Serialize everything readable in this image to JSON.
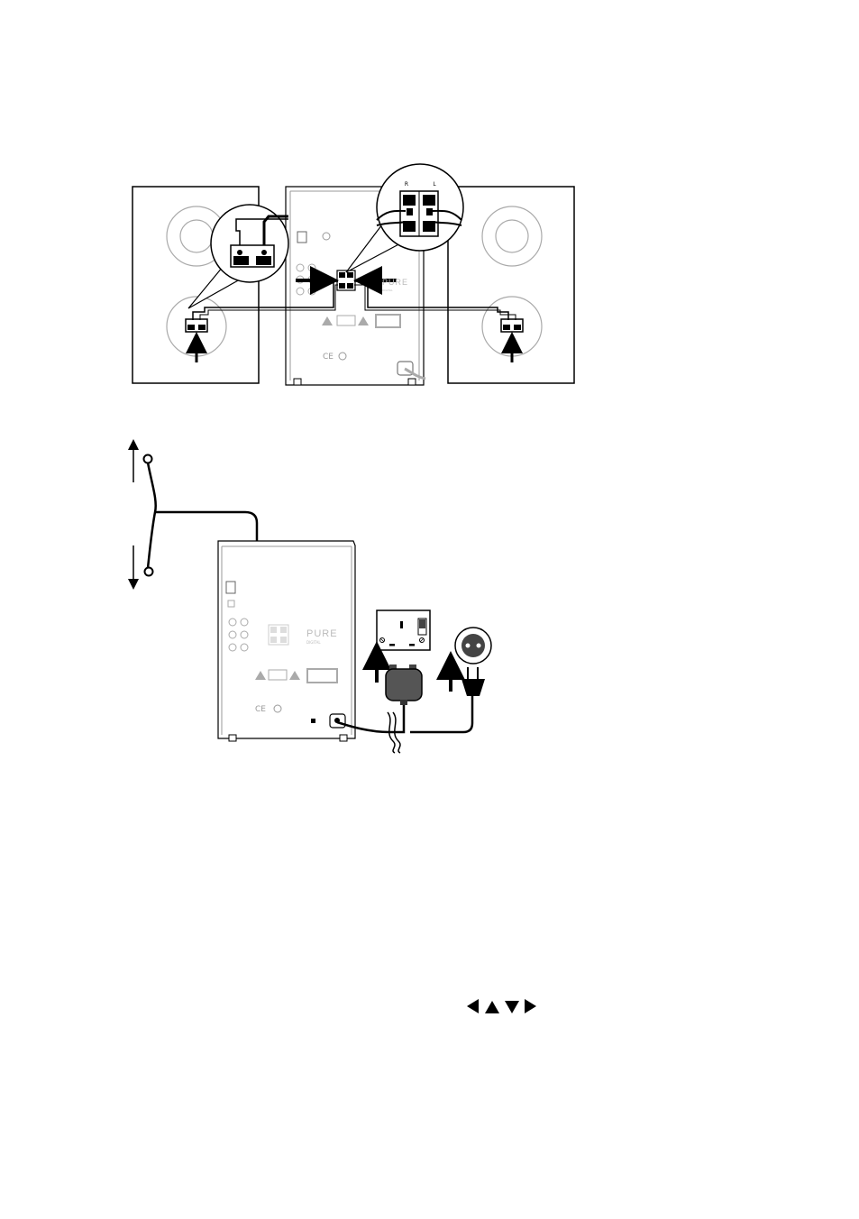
{
  "top_diagram": {
    "terminal_labels": {
      "right": "R",
      "left": "L"
    },
    "brand_logo": "PURE",
    "brand_sub": "DIGITAL",
    "ce_mark": "CE"
  },
  "bottom_diagram": {
    "brand_logo": "PURE",
    "brand_sub": "DIGITAL",
    "ce_mark": "CE"
  },
  "nav_keys": {
    "icons": [
      "left-triangle-icon",
      "up-triangle-icon",
      "down-triangle-icon",
      "right-triangle-icon"
    ],
    "glyphs": [
      "◀",
      "▲",
      "▼",
      "▶"
    ]
  },
  "colors": {
    "ink": "#000000",
    "cable_grey": "#9a9a9a",
    "label_grey": "#cfcfcf",
    "plug_grey": "#555555"
  }
}
